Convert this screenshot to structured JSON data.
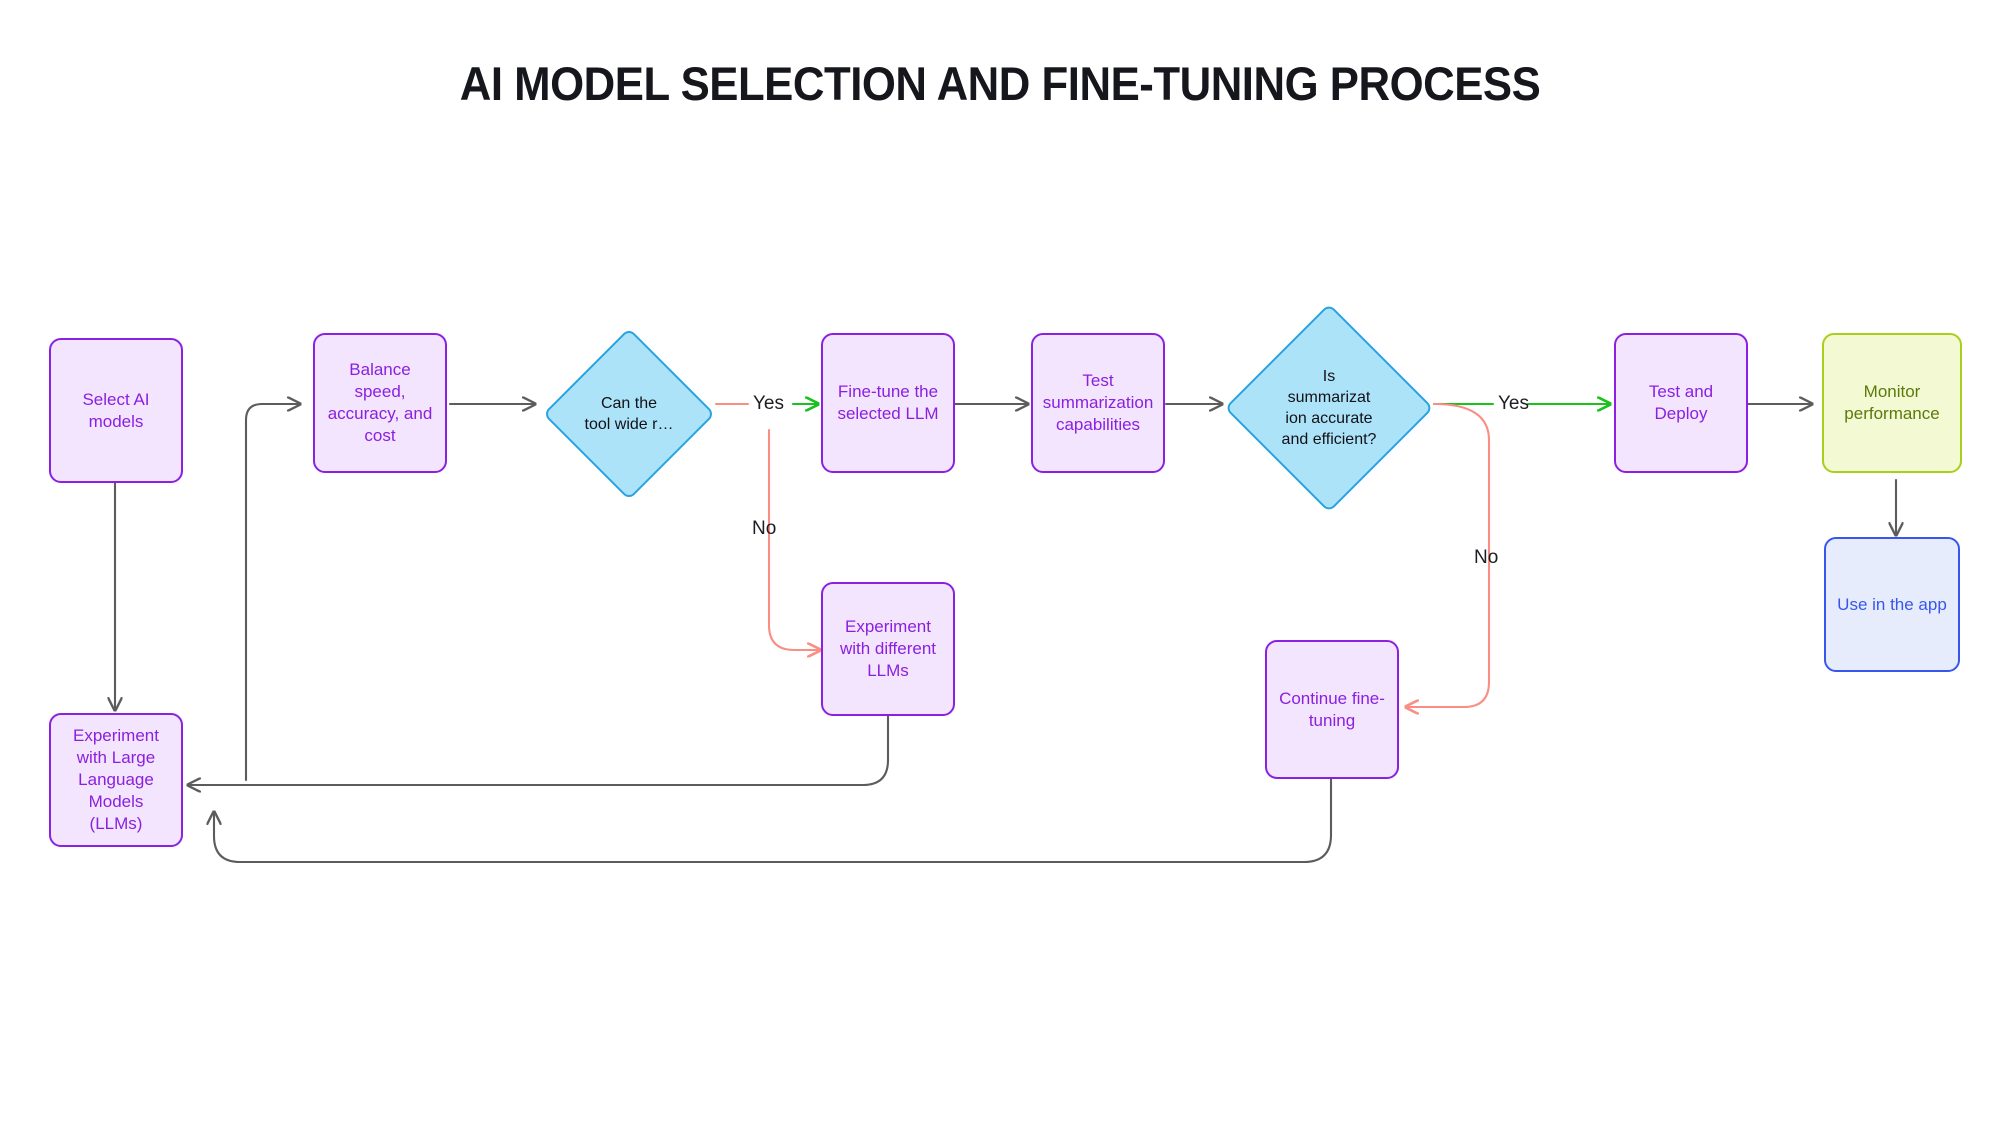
{
  "title": "AI MODEL SELECTION AND FINE-TUNING PROCESS",
  "colors": {
    "background": "#ffffff",
    "title_text": "#16161d",
    "purple_fill": "#f3e5fd",
    "purple_border": "#8b20e0",
    "purple_text": "#8b20e0",
    "blue_fill": "#ade3f8",
    "blue_border": "#29a3e0",
    "blue_text": "#111217",
    "lime_fill": "#f2f9d3",
    "lime_border": "#aace1c",
    "lime_text": "#5c7a0b",
    "indigo_fill": "#e7ecfd",
    "indigo_border": "#3757ec",
    "indigo_text": "#3757ec",
    "edge_gray": "#5c5c5c",
    "edge_green": "#19c21d",
    "edge_salmon": "#fa8e84"
  },
  "nodes": {
    "select_ai_models": {
      "label": "Select AI\nmodels",
      "shape": "box",
      "theme": "purple"
    },
    "experiment_llms": {
      "label": "Experiment\nwith Large\nLanguage\nModels (LLMs)",
      "shape": "box",
      "theme": "purple"
    },
    "balance": {
      "label": "Balance speed,\naccuracy, and\ncost",
      "shape": "box",
      "theme": "purple"
    },
    "decision_tool": {
      "label": "Can the\ntool wide r…",
      "shape": "diamond",
      "theme": "blue"
    },
    "fine_tune": {
      "label": "Fine-tune the\nselected LLM",
      "shape": "box",
      "theme": "purple"
    },
    "experiment_different": {
      "label": "Experiment\nwith different\nLLMs",
      "shape": "box",
      "theme": "purple"
    },
    "test_summarization": {
      "label": "Test\nsummarization\ncapabilities",
      "shape": "box",
      "theme": "purple"
    },
    "decision_summary": {
      "label": "Is\nsummarizat\nion accurate\nand efficient?",
      "shape": "diamond",
      "theme": "blue"
    },
    "continue_fine_tuning": {
      "label": "Continue fine-\ntuning",
      "shape": "box",
      "theme": "purple"
    },
    "test_deploy": {
      "label": "Test and\nDeploy",
      "shape": "box",
      "theme": "purple"
    },
    "monitor": {
      "label": "Monitor\nperformance",
      "shape": "box",
      "theme": "lime"
    },
    "use_in_app": {
      "label": "Use in the app",
      "shape": "box",
      "theme": "indigo"
    }
  },
  "edge_labels": {
    "tool_yes": "Yes",
    "tool_no": "No",
    "summary_yes": "Yes",
    "summary_no": "No"
  }
}
